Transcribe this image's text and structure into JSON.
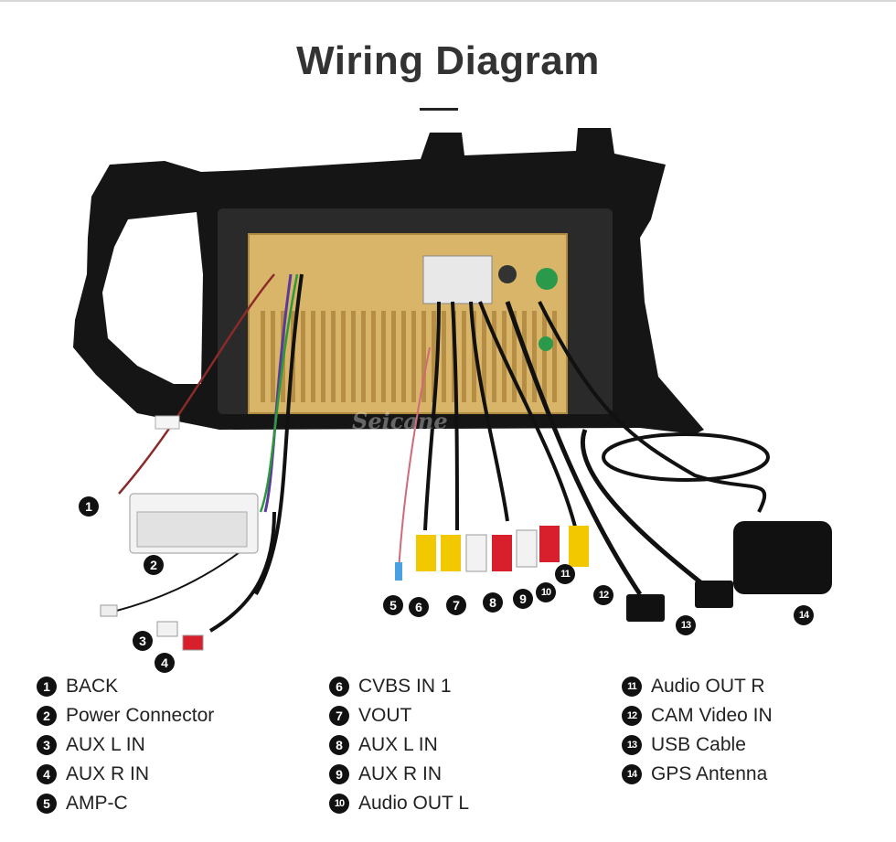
{
  "title": "Wiring Diagram",
  "watermark": "Seicane",
  "colors": {
    "frame": "#151515",
    "panel": "#d9b56a",
    "rca_yellow": "#f2c800",
    "rca_red": "#d8202c",
    "rca_white": "#f2f2f2",
    "cable": "#111111"
  },
  "numbers": [
    "1",
    "2",
    "3",
    "4",
    "5",
    "6",
    "7",
    "8",
    "9",
    "10",
    "11",
    "12",
    "13",
    "14"
  ],
  "legend": {
    "col1": [
      {
        "num": "1",
        "label": "BACK"
      },
      {
        "num": "2",
        "label": "Power Connector"
      },
      {
        "num": "3",
        "label": "AUX L IN"
      },
      {
        "num": "4",
        "label": "AUX R IN"
      },
      {
        "num": "5",
        "label": "AMP-C"
      }
    ],
    "col2": [
      {
        "num": "6",
        "label": "CVBS IN 1"
      },
      {
        "num": "7",
        "label": "VOUT"
      },
      {
        "num": "8",
        "label": "AUX L IN"
      },
      {
        "num": "9",
        "label": "AUX R IN"
      },
      {
        "num": "10",
        "label": "Audio OUT L"
      }
    ],
    "col3": [
      {
        "num": "11",
        "label": "Audio OUT R"
      },
      {
        "num": "12",
        "label": "CAM Video IN"
      },
      {
        "num": "13",
        "label": "USB Cable"
      },
      {
        "num": "14",
        "label": "GPS Antenna"
      }
    ]
  }
}
